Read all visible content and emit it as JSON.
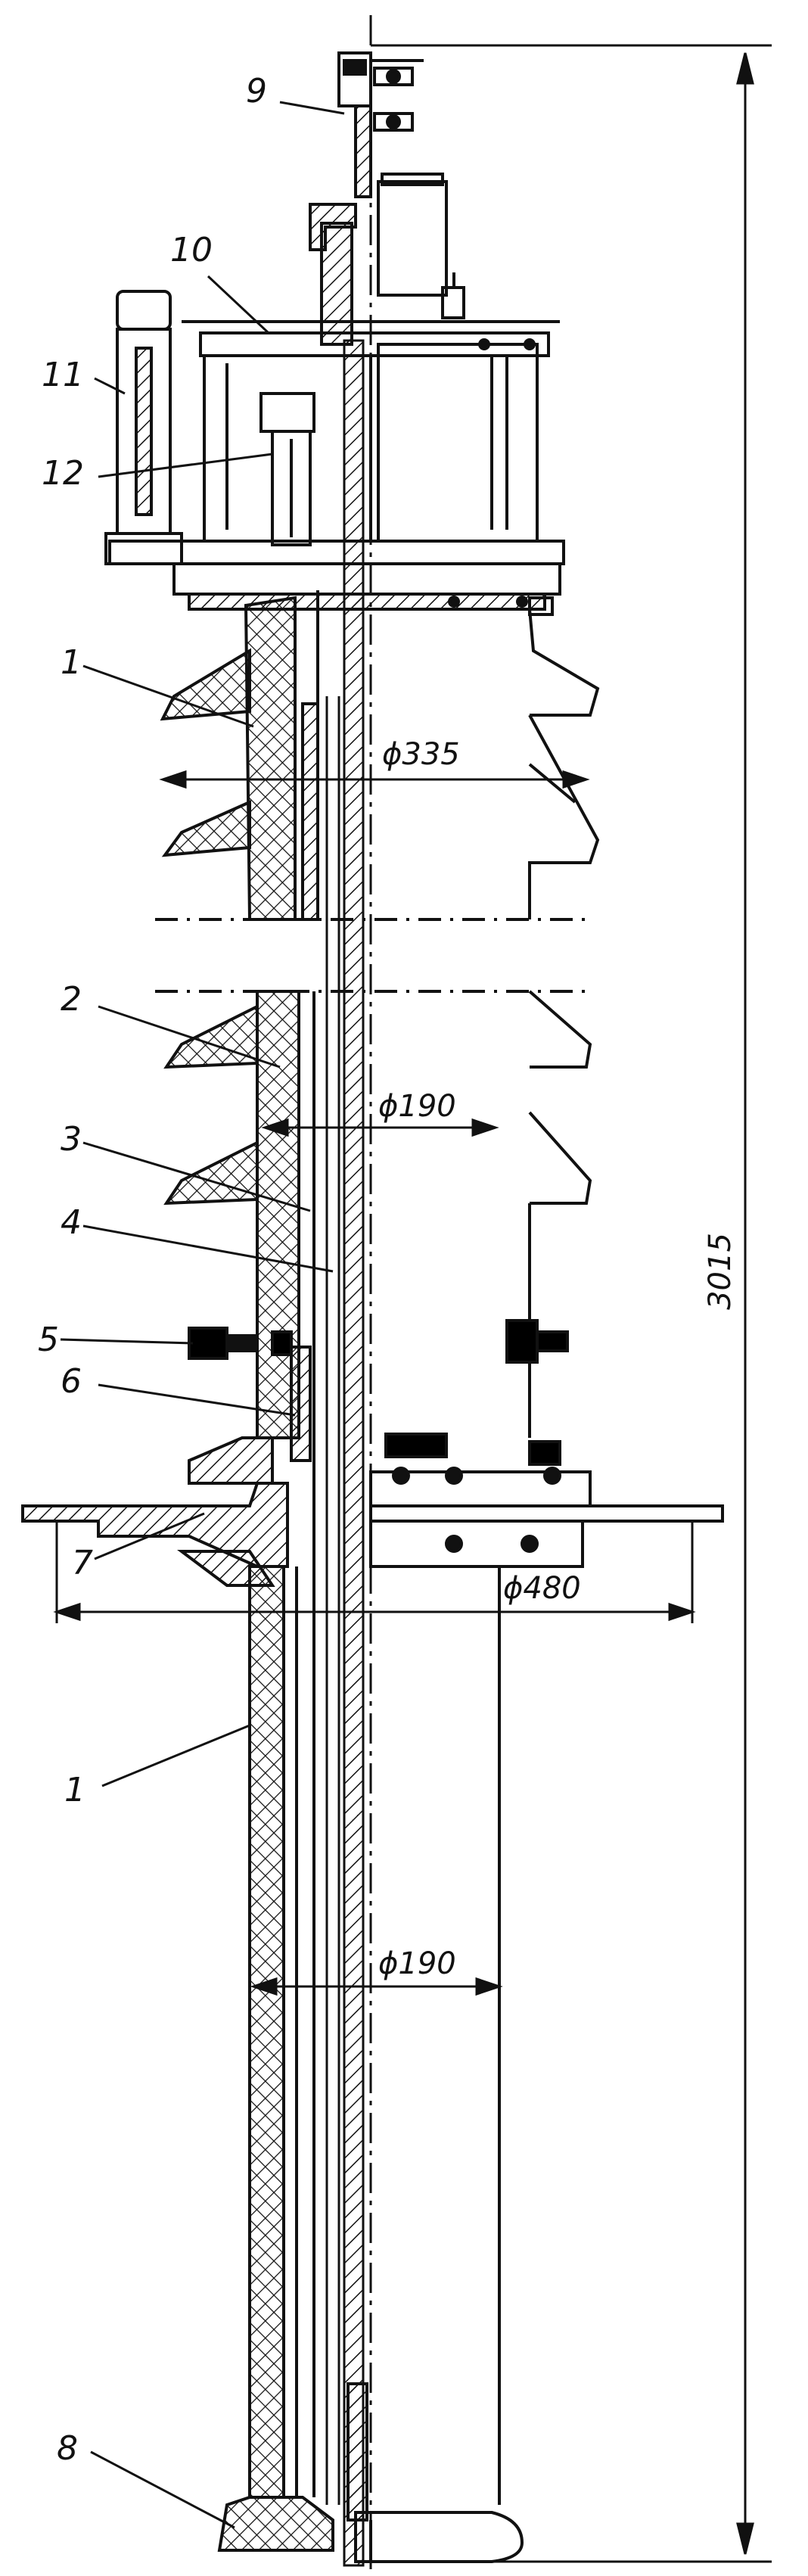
{
  "callouts": {
    "c1_top": "1",
    "c2": "2",
    "c3": "3",
    "c4": "4",
    "c5": "5",
    "c6": "6",
    "c7": "7",
    "c8": "8",
    "c9": "9",
    "c10": "10",
    "c11": "11",
    "c12": "12",
    "c1_bottom": "1"
  },
  "dimensions": {
    "shed_diameter": "ϕ335",
    "inner_diameter_upper": "ϕ190",
    "flange_diameter": "ϕ480",
    "inner_diameter_lower": "ϕ190",
    "overall_height": "3015"
  },
  "colors": {
    "ink": "#111111",
    "paper": "#ffffff"
  }
}
